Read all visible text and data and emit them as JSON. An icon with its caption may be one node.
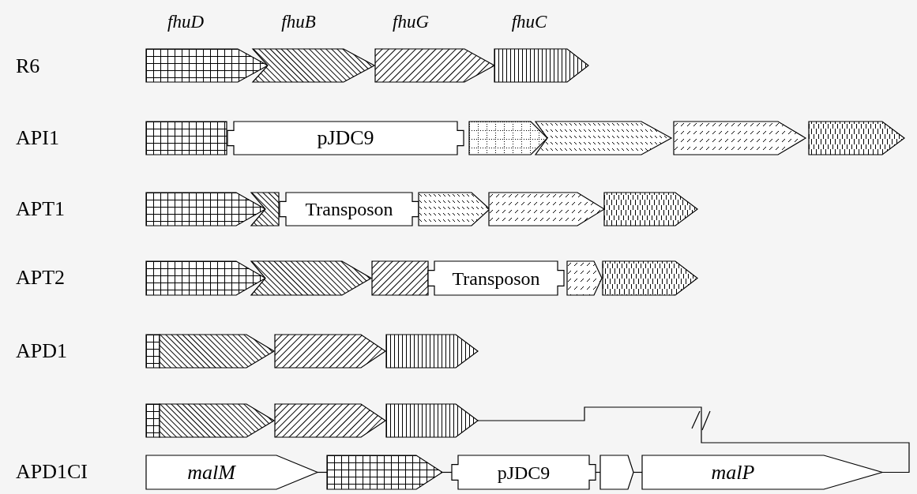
{
  "diagram": {
    "nodes": [
      {
        "text": [],
        "shape": "arrow"
      },
      {
        "text": [],
        "shape": "arrow"
      },
      {
        "text": [],
        "shape": "arrow"
      },
      {
        "text": [],
        "shape": "arrow"
      },
      {
        "text": [],
        "shape": "box"
      },
      {
        "text": [
          "pJDC9"
        ]
      },
      {
        "text": [],
        "shape": "arrow"
      },
      {
        "text": [],
        "shape": "arrow"
      },
      {
        "text": [],
        "shape": "arrow"
      },
      {
        "text": [],
        "shape": "arrow"
      },
      {
        "text": [],
        "shape": "arrow"
      },
      {
        "text": [],
        "shape": "box"
      },
      {
        "text": [
          "Transposon"
        ]
      },
      {
        "text": [],
        "shape": "arrow"
      },
      {
        "text": [],
        "shape": "arrow"
      },
      {
        "text": [],
        "shape": "arrow"
      },
      {
        "text": [],
        "shape": "arrow"
      },
      {
        "text": [],
        "shape": "arrow"
      },
      {
        "text": [],
        "shape": "box"
      },
      {
        "text": [
          "Transposon"
        ]
      },
      {
        "text": [],
        "shape": "arrow"
      },
      {
        "text": [],
        "shape": "arrow"
      },
      {
        "text": [],
        "shape": "box"
      },
      {
        "text": [],
        "shape": "arrow"
      },
      {
        "text": [],
        "shape": "arrow"
      },
      {
        "text": [],
        "shape": "arrow"
      },
      {
        "text": [],
        "shape": "box"
      },
      {
        "text": [],
        "shape": "arrow"
      },
      {
        "text": [],
        "shape": "arrow"
      },
      {
        "text": [],
        "shape": "arrow"
      },
      {
        "text": [
          "malM"
        ]
      },
      {
        "text": [],
        "shape": "arrow"
      },
      {
        "text": [
          "pJDC9"
        ]
      },
      {
        "text": [],
        "shape": "arrow"
      },
      {
        "text": [
          "malP"
        ]
      }
    ],
    "edges": [
      {
        "from": 29,
        "to": 34,
        "arrow": "none"
      },
      {
        "from": 30,
        "to": 31,
        "arrow": "none"
      },
      {
        "from": 31,
        "to": 32,
        "arrow": "none"
      },
      {
        "from": 32,
        "to": 33,
        "arrow": "none"
      },
      {
        "from": 33,
        "to": 34,
        "arrow": "none"
      }
    ],
    "labels": [
      "fhuD",
      "fhuB",
      "fhuG",
      "fhuC",
      "R6",
      "API1",
      "APT1",
      "APT2",
      "APD1",
      "APD1CI"
    ]
  }
}
